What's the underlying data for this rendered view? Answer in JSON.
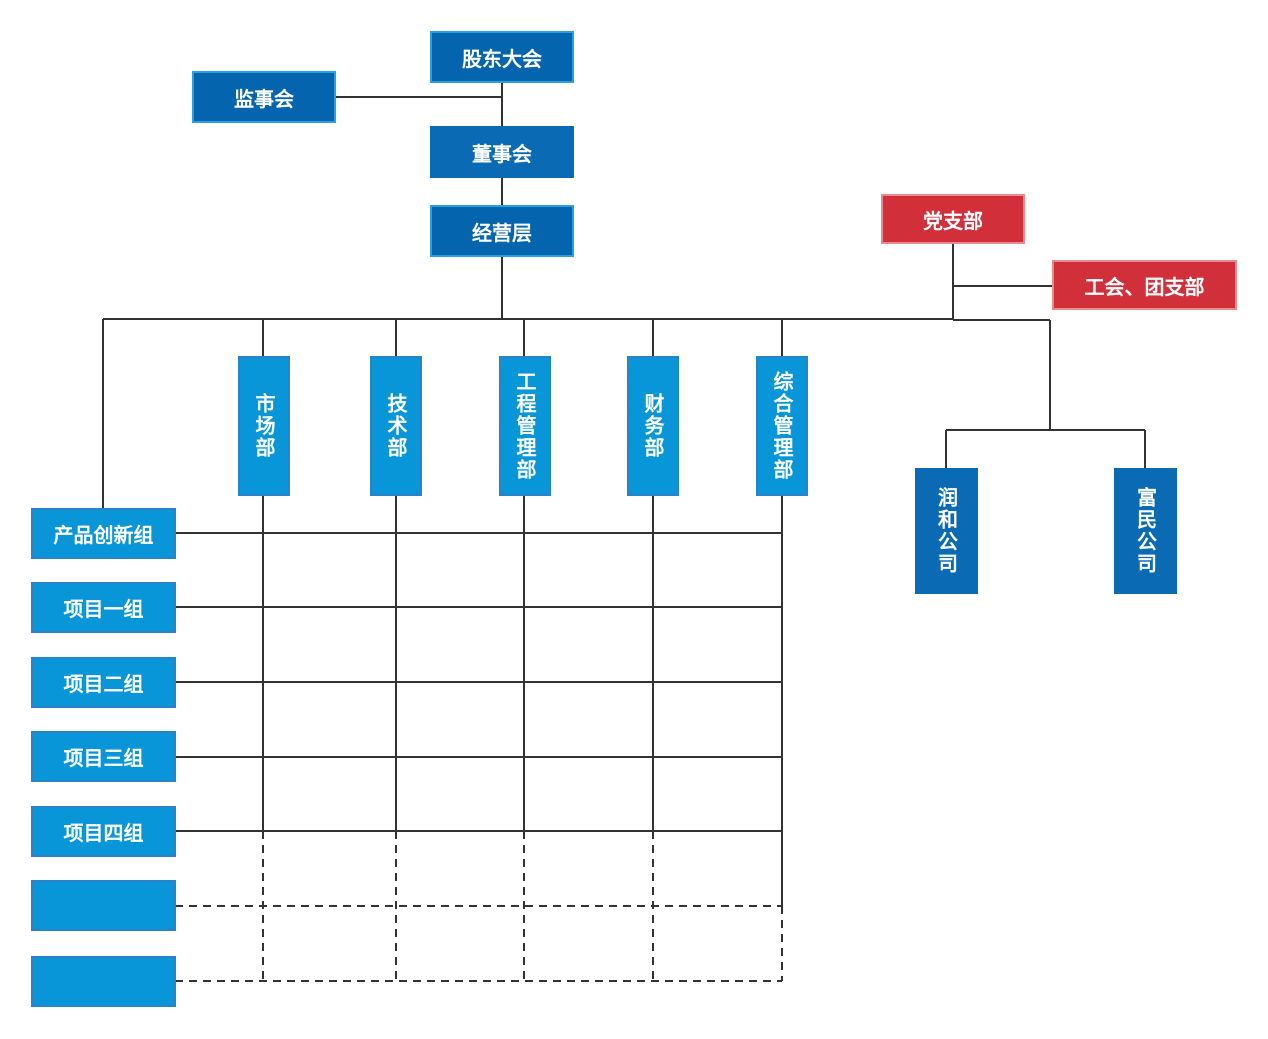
{
  "colors": {
    "dark_blue": "#0464ad",
    "light_blue": "#0896d8",
    "red": "#d1303a",
    "line": "#333333"
  },
  "top": {
    "shareholders": "股东大会",
    "supervisors": "监事会",
    "board": "董事会",
    "management": "经营层"
  },
  "party": {
    "branch": "党支部",
    "union": "工会、团支部"
  },
  "departments": [
    {
      "id": "market",
      "label": "市场部"
    },
    {
      "id": "tech",
      "label": "技术部"
    },
    {
      "id": "engineering",
      "label": "工程管理部"
    },
    {
      "id": "finance",
      "label": "财务部"
    },
    {
      "id": "admin",
      "label": "综合管理部"
    }
  ],
  "groups": [
    {
      "id": "innovation",
      "label": "产品创新组"
    },
    {
      "id": "p1",
      "label": "项目一组"
    },
    {
      "id": "p2",
      "label": "项目二组"
    },
    {
      "id": "p3",
      "label": "项目三组"
    },
    {
      "id": "p4",
      "label": "项目四组"
    },
    {
      "id": "empty1",
      "label": ""
    },
    {
      "id": "empty2",
      "label": ""
    }
  ],
  "subsidiaries": [
    {
      "id": "runhe",
      "label": "润和公司"
    },
    {
      "id": "fumin",
      "label": "富民公司"
    }
  ]
}
